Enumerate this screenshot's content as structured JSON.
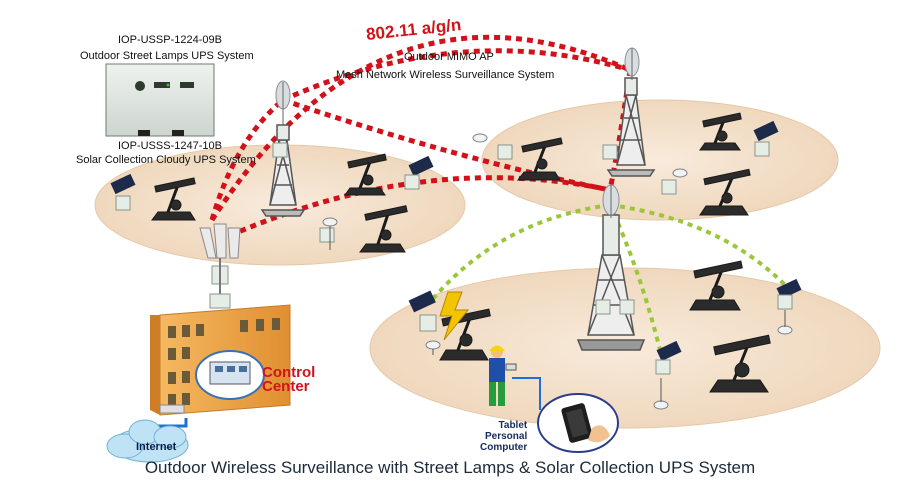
{
  "labels": {
    "ups_street_model": "IOP-USSP-1224-09B",
    "ups_street_desc": "Outdoor Street Lamps UPS System",
    "ups_solar_model": "IOP-USSS-1247-10B",
    "ups_solar_desc": "Solar Collection Cloudy  UPS System",
    "wifi_standard": "802.11 a/g/n",
    "ap_title": "Outdoor MIMO AP",
    "network_desc": "Mesh Network Wireless Surveillance System",
    "control_center_line1": "Control",
    "control_center_line2": "Center",
    "internet": "Internet",
    "tablet_line1": "Tablet",
    "tablet_line2": "Personal",
    "tablet_line3": "Computer",
    "diagram_title": "Outdoor Wireless Surveillance with Street Lamps & Solar Collection UPS System"
  },
  "colors": {
    "mesh_link": "#d3111b",
    "client_link": "#9ac63a",
    "site_fill": "#f3e1cc",
    "building": "#f0a850",
    "cloud": "#bfe3f5",
    "lan_cable": "#1e6fd6"
  }
}
